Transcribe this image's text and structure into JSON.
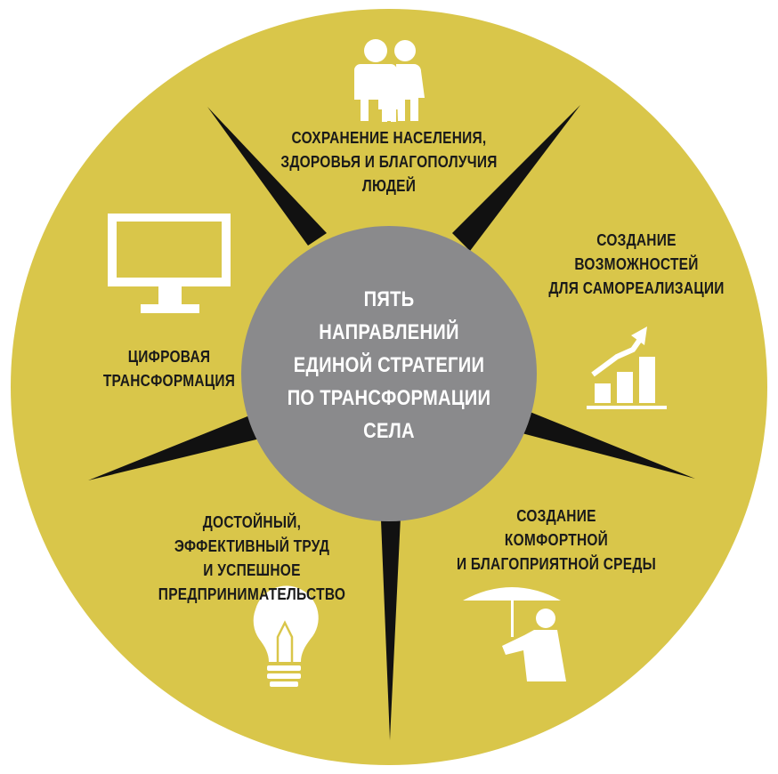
{
  "colors": {
    "outer_circle": "#d9c64a",
    "center_circle": "#8a8a8c",
    "spikes": "#111111",
    "icons": "#ffffff",
    "text": "#1a1a1a",
    "center_text": "#ffffff"
  },
  "center": {
    "lines": [
      "ПЯТЬ",
      "НАПРАВЛЕНИЙ",
      "ЕДИНОЙ СТРАТЕГИИ",
      "ПО ТРАНСФОРМАЦИИ",
      "СЕЛА"
    ]
  },
  "segments": [
    {
      "id": "population",
      "icon": "family-icon",
      "lines": [
        "СОХРАНЕНИЕ НАСЕЛЕНИЯ,",
        "ЗДОРОВЬЯ И БЛАГОПОЛУЧИЯ",
        "ЛЮДЕЙ"
      ]
    },
    {
      "id": "self-realization",
      "icon": "growth-chart-icon",
      "lines": [
        "СОЗДАНИЕ",
        "ВОЗМОЖНОСТЕЙ",
        "ДЛЯ САМОРЕАЛИЗАЦИИ"
      ]
    },
    {
      "id": "environment",
      "icon": "umbrella-person-icon",
      "lines": [
        "СОЗДАНИЕ",
        "КОМФОРТНОЙ",
        "И БЛАГОПРИЯТНОЙ СРЕДЫ"
      ]
    },
    {
      "id": "labor",
      "icon": "lightbulb-icon",
      "lines": [
        "ДОСТОЙНЫЙ,",
        "ЭФФЕКТИВНЫЙ ТРУД",
        "И УСПЕШНОЕ",
        "ПРЕДПРИНИМАТЕЛЬСТВО"
      ]
    },
    {
      "id": "digital",
      "icon": "monitor-icon",
      "lines": [
        "ЦИФРОВАЯ",
        "ТРАНСФОРМАЦИЯ"
      ]
    }
  ]
}
